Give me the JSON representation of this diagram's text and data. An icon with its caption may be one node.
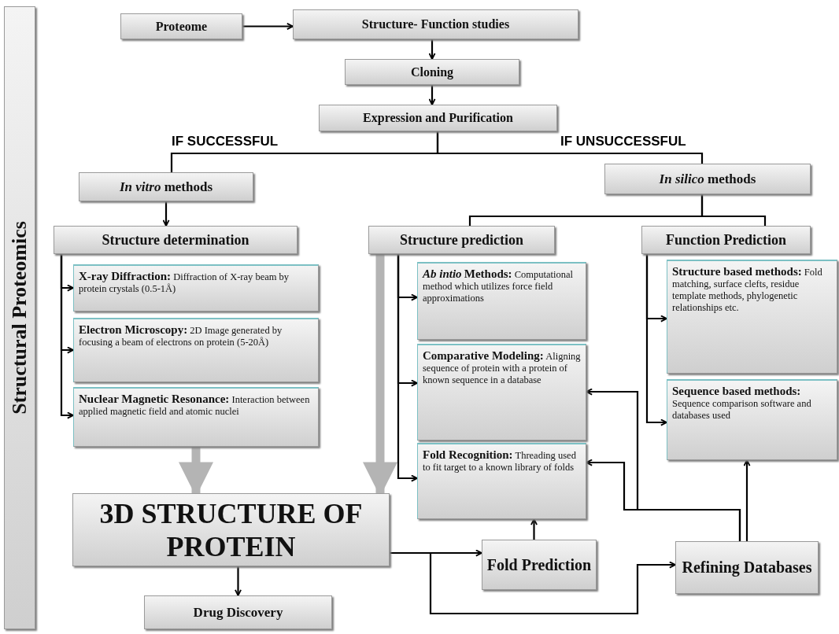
{
  "diagram": {
    "nodes": [
      {
        "text": [
          "Structural Proteomics"
        ]
      },
      {
        "text": [
          "Proteome"
        ]
      },
      {
        "text": [
          "Structure- Function studies"
        ]
      },
      {
        "text": [
          "Cloning"
        ]
      },
      {
        "text": [
          "Expression and Purification"
        ]
      },
      {
        "text": [
          "*In vitro* methods"
        ]
      },
      {
        "text": [
          "*In silico* methods"
        ]
      },
      {
        "text": [
          "Structure determination"
        ]
      },
      {
        "text": [
          "**X-ray Diffraction:** Diffraction of X-ray beam by protein crystals (0.5-1Å)"
        ]
      },
      {
        "text": [
          "**Electron Microscopy:** 2D Image generated by focusing a beam of electrons on protein (5-20Å)"
        ]
      },
      {
        "text": [
          "**Nuclear Magnetic Resonance:** Interaction between applied magnetic field and atomic nuclei"
        ]
      },
      {
        "text": [
          "3D STRUCTURE OF PROTEIN"
        ]
      },
      {
        "text": [
          "Drug Discovery"
        ]
      },
      {
        "text": [
          "Structure prediction"
        ]
      },
      {
        "text": [
          "*Ab intio* **Methods:** Computational method which utilizes force field approximations"
        ]
      },
      {
        "text": [
          "**Comparative Modeling:** Aligning sequence of protein with a protein of known sequence in a database"
        ]
      },
      {
        "text": [
          "**Fold Recognition:** Threading used to fit target to a known library of folds"
        ]
      },
      {
        "text": [
          "Function Prediction"
        ]
      },
      {
        "text": [
          "**Structure based methods:** Fold matching, surface clefts, residue template methods, phylogenetic relationships etc."
        ]
      },
      {
        "text": [
          "**Sequence based methods:** Sequence comparison software and databases used"
        ]
      },
      {
        "text": [
          "Fold Prediction"
        ]
      },
      {
        "text": [
          "Refining Databases"
        ]
      }
    ],
    "edges": [
      {
        "from": 1,
        "to": 2,
        "arrow": "to"
      },
      {
        "from": 2,
        "to": 3,
        "arrow": "to"
      },
      {
        "from": 3,
        "to": 4,
        "arrow": "to"
      },
      {
        "from": 4,
        "to": 5,
        "arrow": "none"
      },
      {
        "from": 4,
        "to": 6,
        "arrow": "none"
      },
      {
        "from": 5,
        "to": 7,
        "arrow": "to"
      },
      {
        "from": 6,
        "to": 13,
        "arrow": "none"
      },
      {
        "from": 6,
        "to": 17,
        "arrow": "none"
      },
      {
        "from": 7,
        "to": 8,
        "arrow": "to"
      },
      {
        "from": 7,
        "to": 9,
        "arrow": "to"
      },
      {
        "from": 7,
        "to": 10,
        "arrow": "to"
      },
      {
        "from": 10,
        "to": 11,
        "arrow": "to",
        "style": "thick",
        "color": "#b4b4b4"
      },
      {
        "from": 13,
        "to": 11,
        "arrow": "to",
        "style": "thick",
        "color": "#b4b4b4"
      },
      {
        "from": 11,
        "to": 12,
        "arrow": "to"
      },
      {
        "from": 13,
        "to": 14,
        "arrow": "to"
      },
      {
        "from": 13,
        "to": 15,
        "arrow": "to"
      },
      {
        "from": 13,
        "to": 16,
        "arrow": "to"
      },
      {
        "from": 17,
        "to": 18,
        "arrow": "to"
      },
      {
        "from": 17,
        "to": 19,
        "arrow": "to"
      },
      {
        "from": 11,
        "to": 20,
        "arrow": "to"
      },
      {
        "from": 11,
        "to": 21,
        "arrow": "to"
      },
      {
        "from": 20,
        "to": 16,
        "arrow": "to"
      },
      {
        "from": 21,
        "to": 19,
        "arrow": "to"
      },
      {
        "from": 21,
        "to": 15,
        "arrow": "to"
      },
      {
        "from": 21,
        "to": 16,
        "arrow": "to"
      }
    ],
    "labels": [
      "IF SUCCESSFUL",
      "IF UNSUCCESSFUL"
    ]
  }
}
